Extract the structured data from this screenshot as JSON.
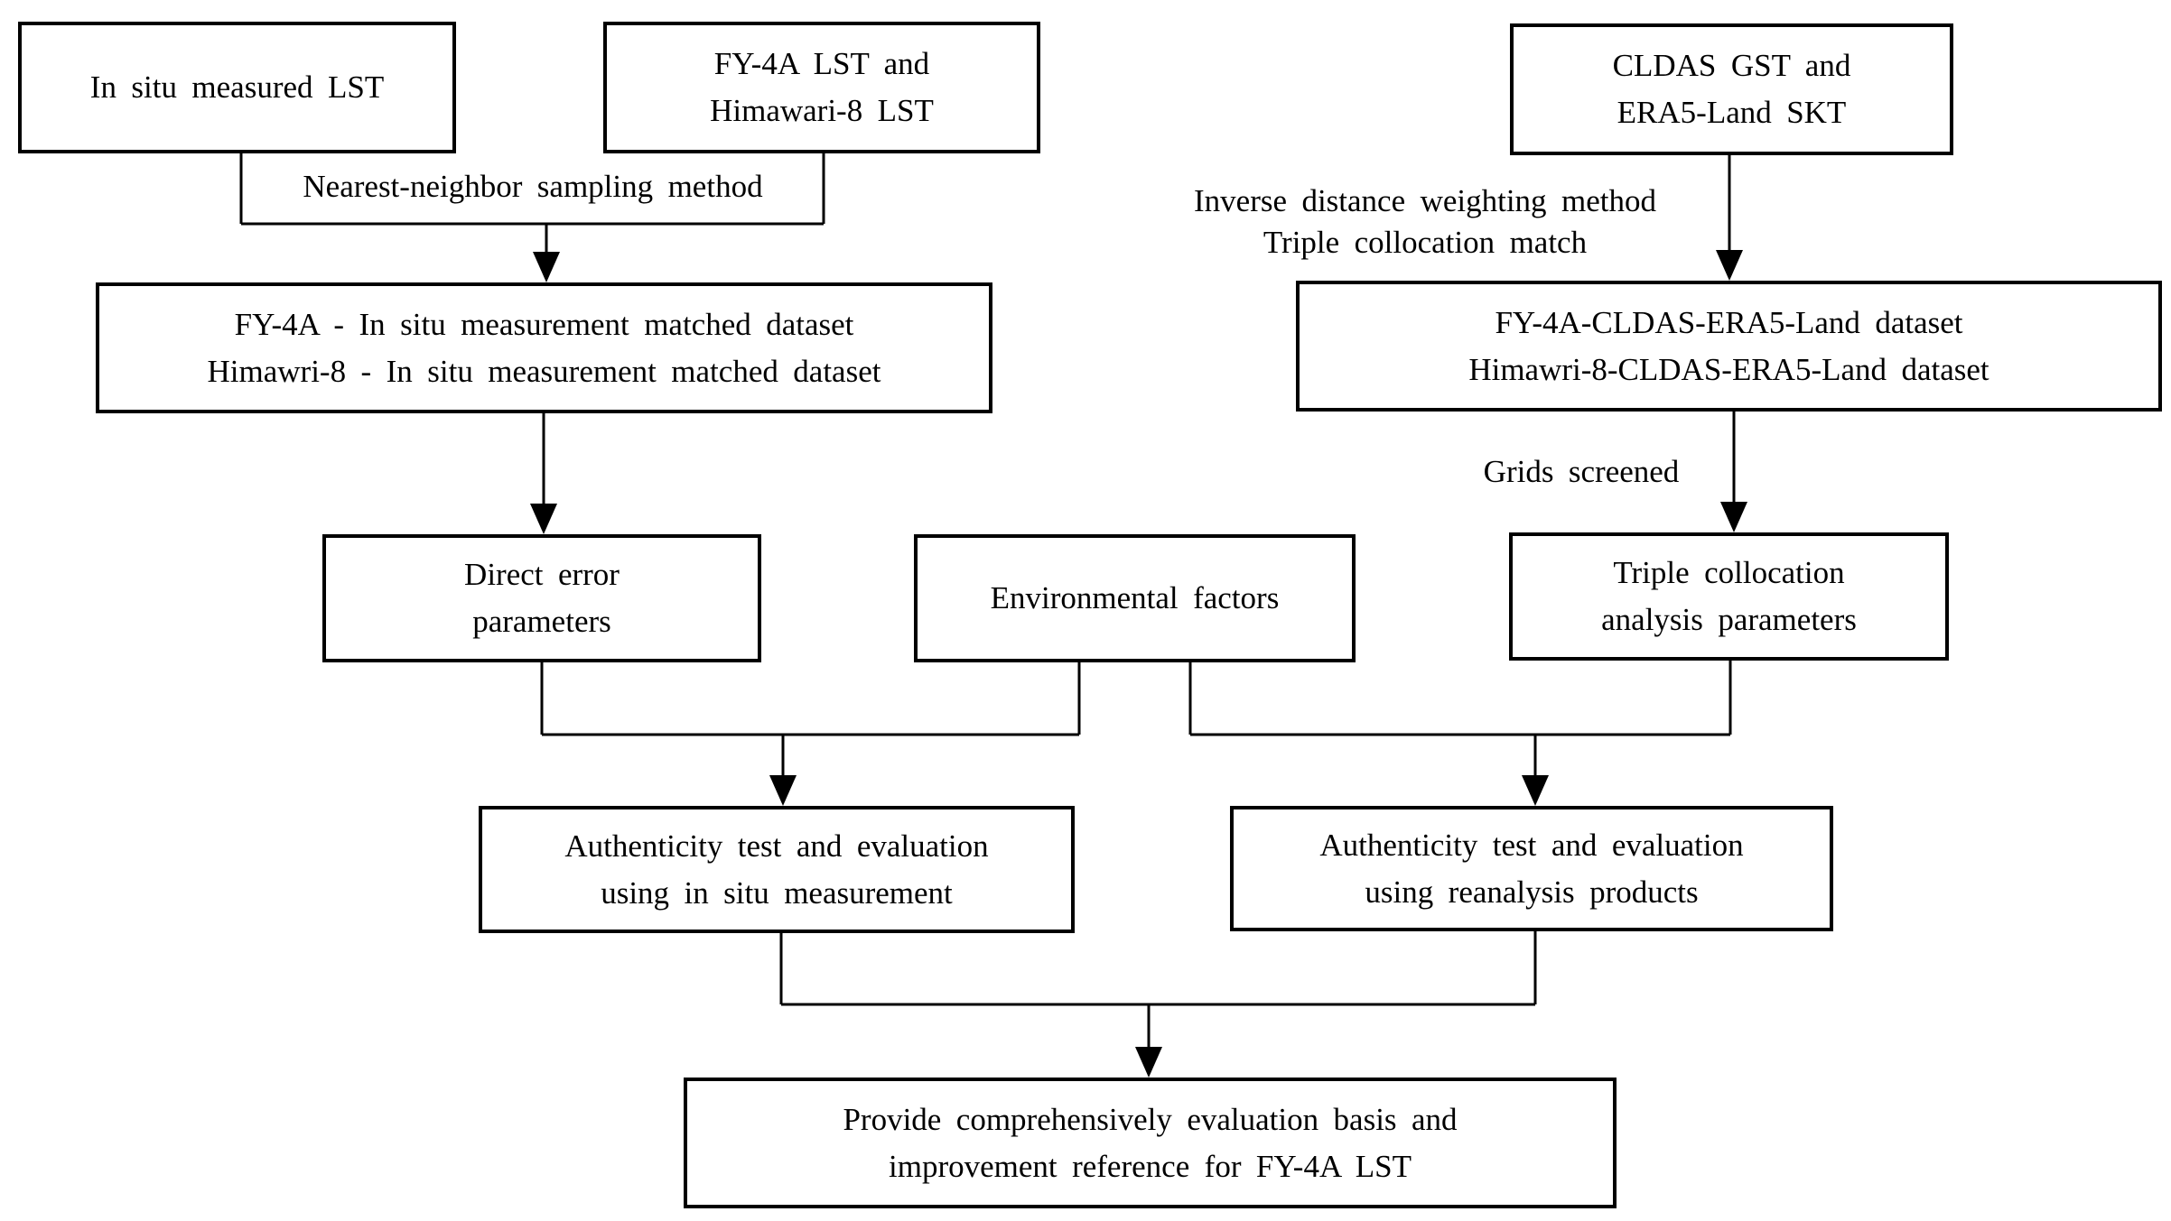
{
  "diagram": {
    "boxes": [
      {
        "id": "in-situ-measured-lst",
        "lines": [
          "In situ measured LST",
          ""
        ]
      },
      {
        "id": "fy4a-himawari-lst",
        "lines": [
          "FY-4A LST and",
          "Himawari-8 LST"
        ]
      },
      {
        "id": "cldas-era5-skt",
        "lines": [
          "CLDAS GST and",
          "ERA5-Land SKT"
        ]
      },
      {
        "id": "in-situ-matched-dataset",
        "lines": [
          "FY-4A - In situ measurement matched dataset",
          "Himawri-8 - In situ measurement matched dataset"
        ]
      },
      {
        "id": "cldas-era5-dataset",
        "lines": [
          "FY-4A-CLDAS-ERA5-Land dataset",
          "Himawri-8-CLDAS-ERA5-Land dataset"
        ]
      },
      {
        "id": "direct-error-parameters",
        "lines": [
          "Direct error",
          "parameters"
        ]
      },
      {
        "id": "environmental-factors",
        "lines": [
          "Environmental factors",
          ""
        ]
      },
      {
        "id": "triple-collocation-params",
        "lines": [
          "Triple collocation",
          "analysis parameters"
        ]
      },
      {
        "id": "authenticity-in-situ",
        "lines": [
          "Authenticity test and evaluation",
          "using in situ measurement"
        ]
      },
      {
        "id": "authenticity-reanalysis",
        "lines": [
          "Authenticity test and evaluation",
          "using reanalysis products"
        ]
      },
      {
        "id": "final-basis",
        "lines": [
          "Provide comprehensively evaluation basis and",
          "improvement reference for FY-4A LST"
        ]
      }
    ],
    "edge_labels": [
      {
        "id": "nearest-neighbor",
        "lines": [
          "Nearest-neighbor sampling method",
          ""
        ]
      },
      {
        "id": "idw-triple-match",
        "lines": [
          "Inverse distance weighting method",
          "Triple collocation match"
        ]
      },
      {
        "id": "grids-screened",
        "lines": [
          "Grids screened",
          ""
        ]
      }
    ],
    "colors": {
      "background": "#ffffff",
      "box_fill": "#ffffff",
      "box_border": "#000000",
      "line": "#000000",
      "text": "#000000"
    }
  }
}
